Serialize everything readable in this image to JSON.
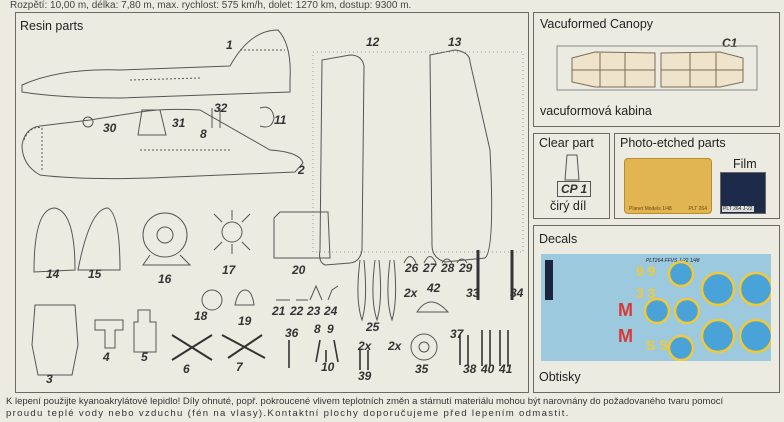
{
  "specs": "Rozpětí: 10,00 m, délka: 7,80 m, max. rychlost: 575 km/h, dolet: 1270 km, dostup: 9300 m.",
  "panels": {
    "resin": "Resin parts",
    "vacu": "Vacuformed Canopy",
    "vacu_part": "C1",
    "vacu_sub": "vacuformová kabina",
    "clear": "Clear part",
    "clear_part": "CP 1",
    "clear_sub": "čirý díl",
    "pe": "Photo-etched parts",
    "film": "Film",
    "pe_text": "Planet Models 1/48",
    "pe_code": "PLT 264",
    "film_code": "PLT 264  J-22",
    "decals": "Decals",
    "decals_sub": "Obtisky",
    "decal_header": "PLT264   FFVS J-22   1/48"
  },
  "labels": [
    "1",
    "2",
    "30",
    "31",
    "32",
    "8",
    "11",
    "12",
    "13",
    "14",
    "15",
    "16",
    "17",
    "20",
    "26",
    "27",
    "28",
    "29",
    "2x",
    "42",
    "33",
    "34",
    "18",
    "19",
    "21",
    "22",
    "23",
    "24",
    "25",
    "36",
    "8",
    "9",
    "10",
    "2x",
    "39",
    "2x",
    "35",
    "37",
    "38",
    "40",
    "41",
    "3",
    "4",
    "5",
    "6",
    "7"
  ],
  "footer": {
    "line1": "K lepení použijte kyanoakrylátové lepidlo! Díly ohnuté, popř. pokroucené vlivem teplotních změn a stárnutí materiálu mohou být narovnány do požadovaného tvaru pomocí",
    "line2": "proudu teplé vody nebo vzduchu (fén na vlasy).Kontaktní plochy doporučujeme před lepením odmastit."
  },
  "colors": {
    "decal_bg": "#9cc9dd",
    "roundel_yellow": "#f0c93a",
    "roundel_blue": "#4aa3d8",
    "code_red": "#d83838"
  }
}
